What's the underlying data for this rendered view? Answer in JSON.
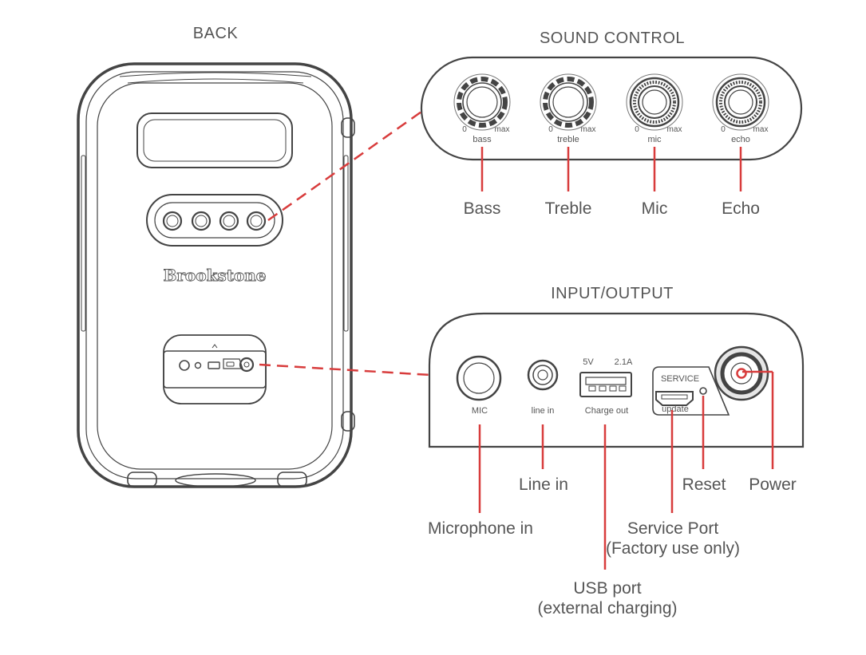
{
  "headings": {
    "back": "BACK",
    "sound_control": "SOUND CONTROL",
    "input_output": "INPUT/OUTPUT"
  },
  "brand": "Brookstone",
  "knobs": [
    {
      "small_label": "bass",
      "callout": "Bass",
      "min": "0",
      "max": "max"
    },
    {
      "small_label": "treble",
      "callout": "Treble",
      "min": "0",
      "max": "max"
    },
    {
      "small_label": "mic",
      "callout": "Mic",
      "min": "0",
      "max": "max"
    },
    {
      "small_label": "echo",
      "callout": "Echo",
      "min": "0",
      "max": "max"
    }
  ],
  "ports": {
    "mic_label": "MIC",
    "linein_label": "line in",
    "usb_voltage": "5V",
    "usb_current": "2.1A",
    "usb_label": "Charge out",
    "service_label": "SERVICE",
    "update_label": "update"
  },
  "callouts": {
    "microphone_in": "Microphone in",
    "line_in": "Line in",
    "usb_line1": "USB port",
    "usb_line2": "(external charging)",
    "service_line1": "Service Port",
    "service_line2": "(Factory use only)",
    "reset": "Reset",
    "power": "Power"
  },
  "colors": {
    "accent": "#d83c3c",
    "outline": "#444444",
    "text": "#555555"
  }
}
